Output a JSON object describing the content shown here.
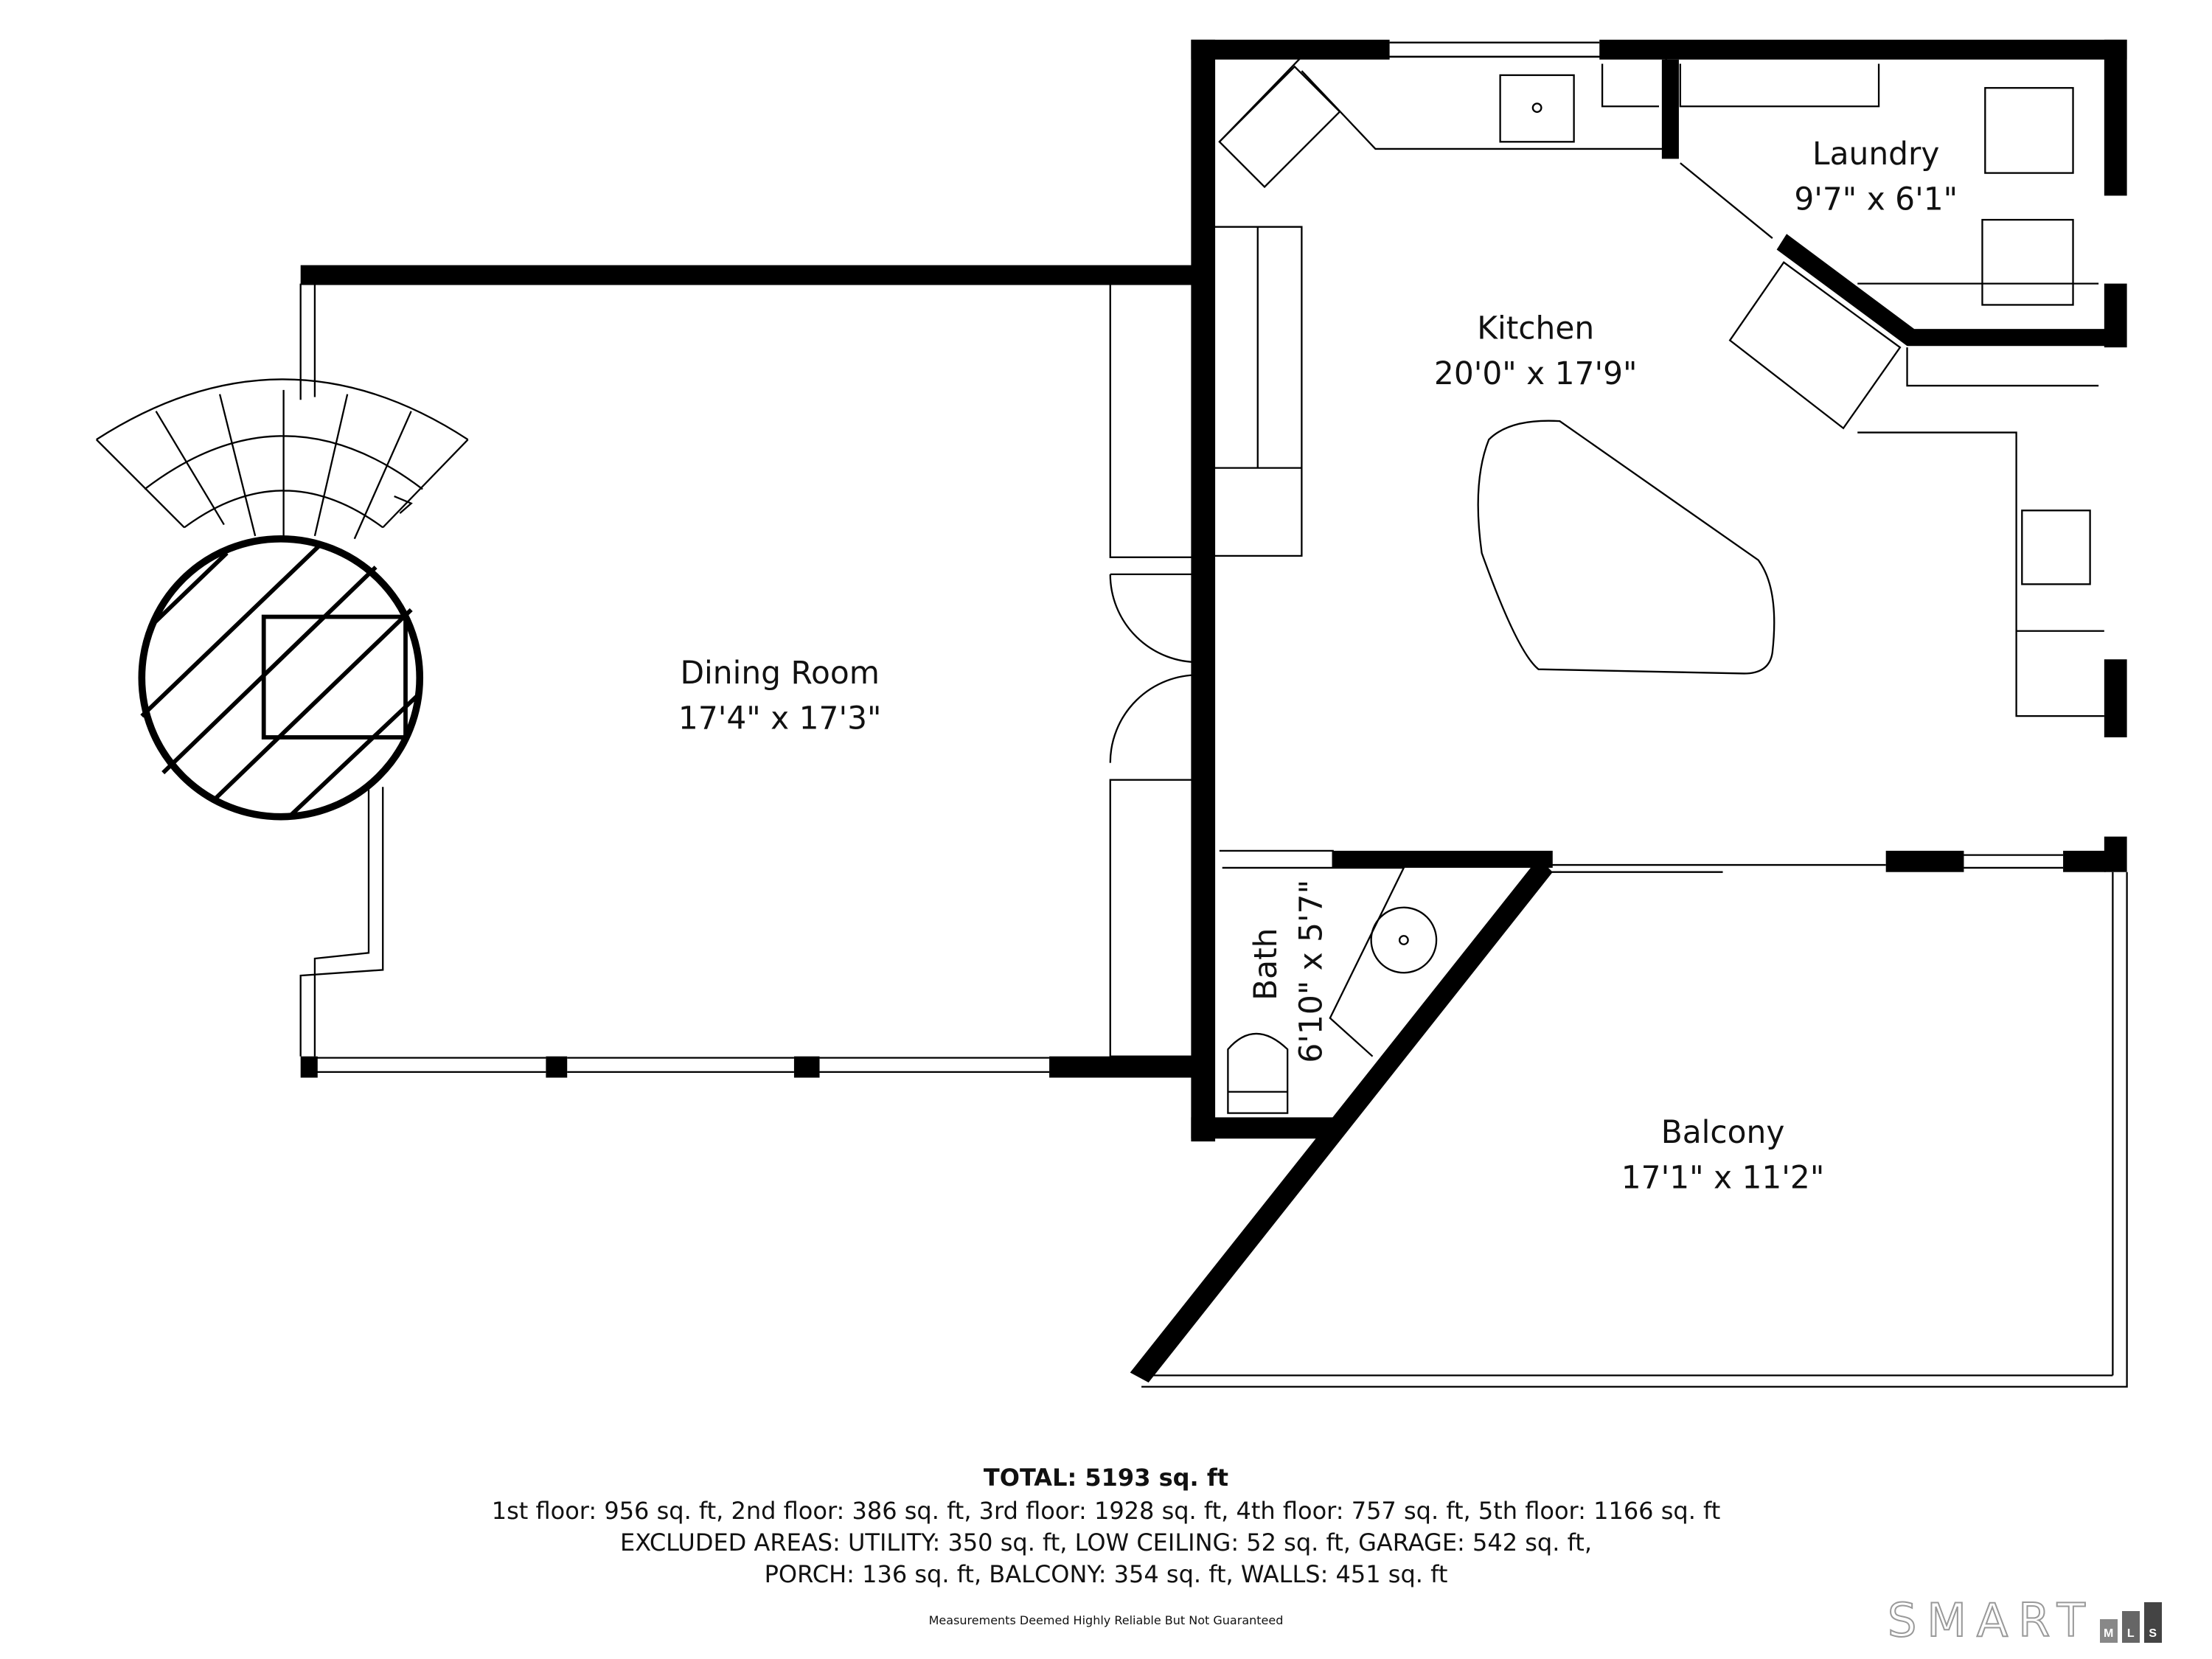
{
  "rooms": {
    "dining": {
      "name": "Dining Room",
      "size": "17'4\" x 17'3\""
    },
    "kitchen": {
      "name": "Kitchen",
      "size": "20'0\" x 17'9\""
    },
    "laundry": {
      "name": "Laundry",
      "size": "9'7\" x 6'1\""
    },
    "bath": {
      "name": "Bath",
      "size": "6'10\" x 5'7\""
    },
    "balcony": {
      "name": "Balcony",
      "size": "17'1\" x 11'2\""
    }
  },
  "footer": {
    "total": "TOTAL: 5193 sq. ft",
    "floors": "1st floor: 956 sq. ft, 2nd floor: 386 sq. ft, 3rd floor: 1928 sq. ft, 4th floor: 757 sq. ft, 5th floor: 1166 sq. ft",
    "excluded_1": "EXCLUDED AREAS: UTILITY: 350 sq. ft, LOW CEILING: 52 sq. ft, GARAGE: 542 sq. ft,",
    "excluded_2": "PORCH: 136 sq. ft, BALCONY: 354 sq. ft, WALLS: 451 sq. ft",
    "disclaimer": "Measurements Deemed Highly Reliable But Not Guaranteed"
  },
  "logo": {
    "text": "SMART",
    "m": "M",
    "l": "L",
    "s": "S"
  },
  "colors": {
    "wall": "#000000",
    "logo_m": "#888888",
    "logo_l": "#666666",
    "logo_s": "#444444"
  }
}
